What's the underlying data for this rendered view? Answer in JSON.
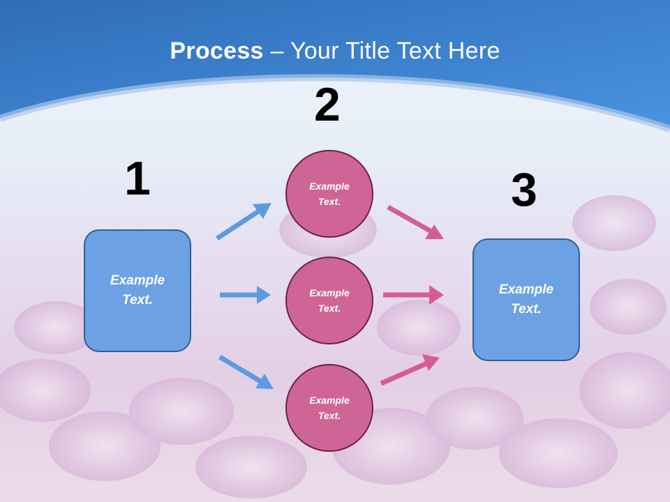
{
  "title": {
    "bold": "Process",
    "rest": " – Your Title Text Here"
  },
  "steps": [
    {
      "number": "1",
      "text": "Example\nText."
    },
    {
      "number": "2",
      "items": [
        "Example\nText.",
        "Example\nText.",
        "Example\nText."
      ]
    },
    {
      "number": "3",
      "text": "Example\nText."
    }
  ],
  "colors": {
    "header_blue": "#3a7fd0",
    "box_blue": "#6ca2e3",
    "circle_pink": "#cf6597",
    "arrow_blue": "#5b9be0",
    "arrow_pink": "#d45e92"
  }
}
